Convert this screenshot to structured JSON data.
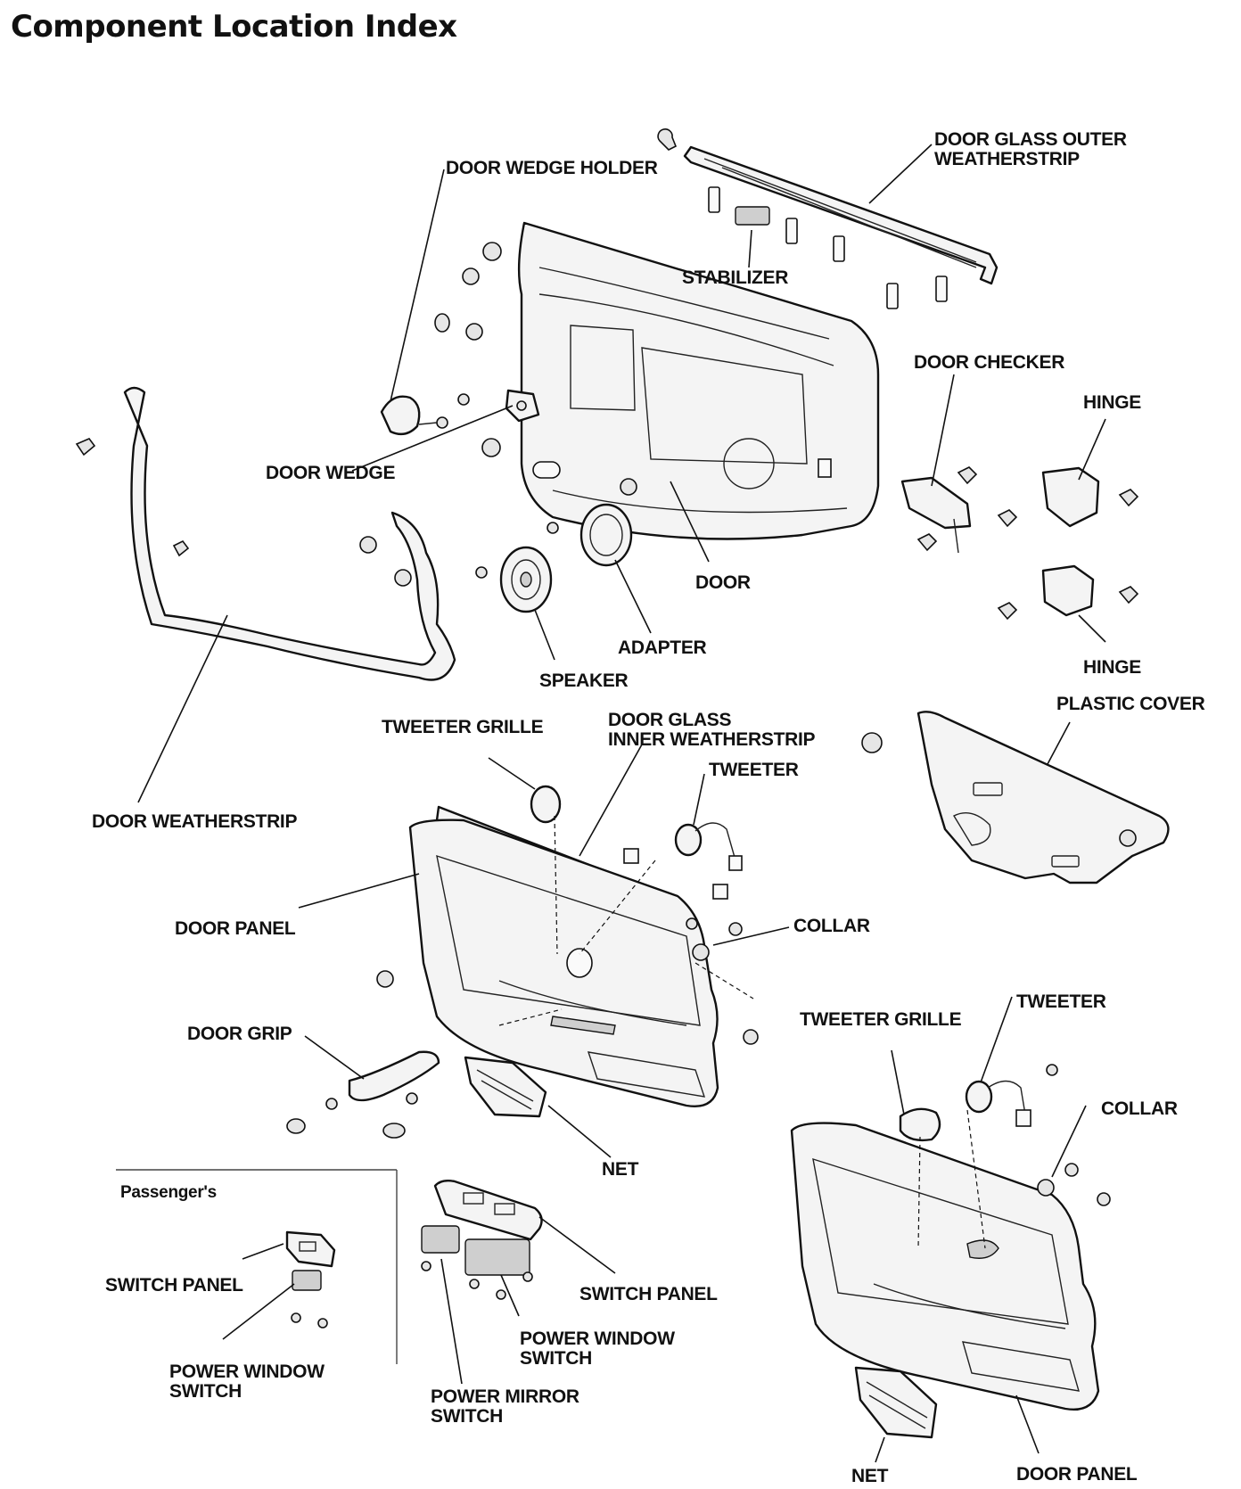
{
  "title": "Component Location Index",
  "labels": {
    "door_glass_outer_weatherstrip": [
      "DOOR GLASS OUTER",
      "WEATHERSTRIP"
    ],
    "door_wedge_holder": "DOOR WEDGE HOLDER",
    "stabilizer": "STABILIZER",
    "door_checker": "DOOR CHECKER",
    "hinge_upper": "HINGE",
    "door_wedge": "DOOR WEDGE",
    "door": "DOOR",
    "adapter": "ADAPTER",
    "speaker": "SPEAKER",
    "hinge_lower": "HINGE",
    "plastic_cover": "PLASTIC COVER",
    "tweeter_grille_upper": "TWEETER GRILLE",
    "door_glass_inner_weatherstrip": [
      "DOOR GLASS",
      "INNER WEATHERSTRIP"
    ],
    "tweeter_upper": "TWEETER",
    "door_weatherstrip": "DOOR WEATHERSTRIP",
    "door_panel_upper": "DOOR PANEL",
    "collar_upper": "COLLAR",
    "door_grip": "DOOR GRIP",
    "tweeter_grille_lower": "TWEETER GRILLE",
    "tweeter_lower": "TWEETER",
    "collar_lower": "COLLAR",
    "net_upper": "NET",
    "passengers": "Passenger's",
    "switch_panel_left": "SWITCH PANEL",
    "power_window_switch_left": [
      "POWER WINDOW",
      "SWITCH"
    ],
    "switch_panel_center": "SWITCH PANEL",
    "power_window_switch_center": [
      "POWER WINDOW",
      "SWITCH"
    ],
    "power_mirror_switch": [
      "POWER MIRROR",
      "SWITCH"
    ],
    "net_lower": "NET",
    "door_panel_lower": "DOOR PANEL"
  }
}
